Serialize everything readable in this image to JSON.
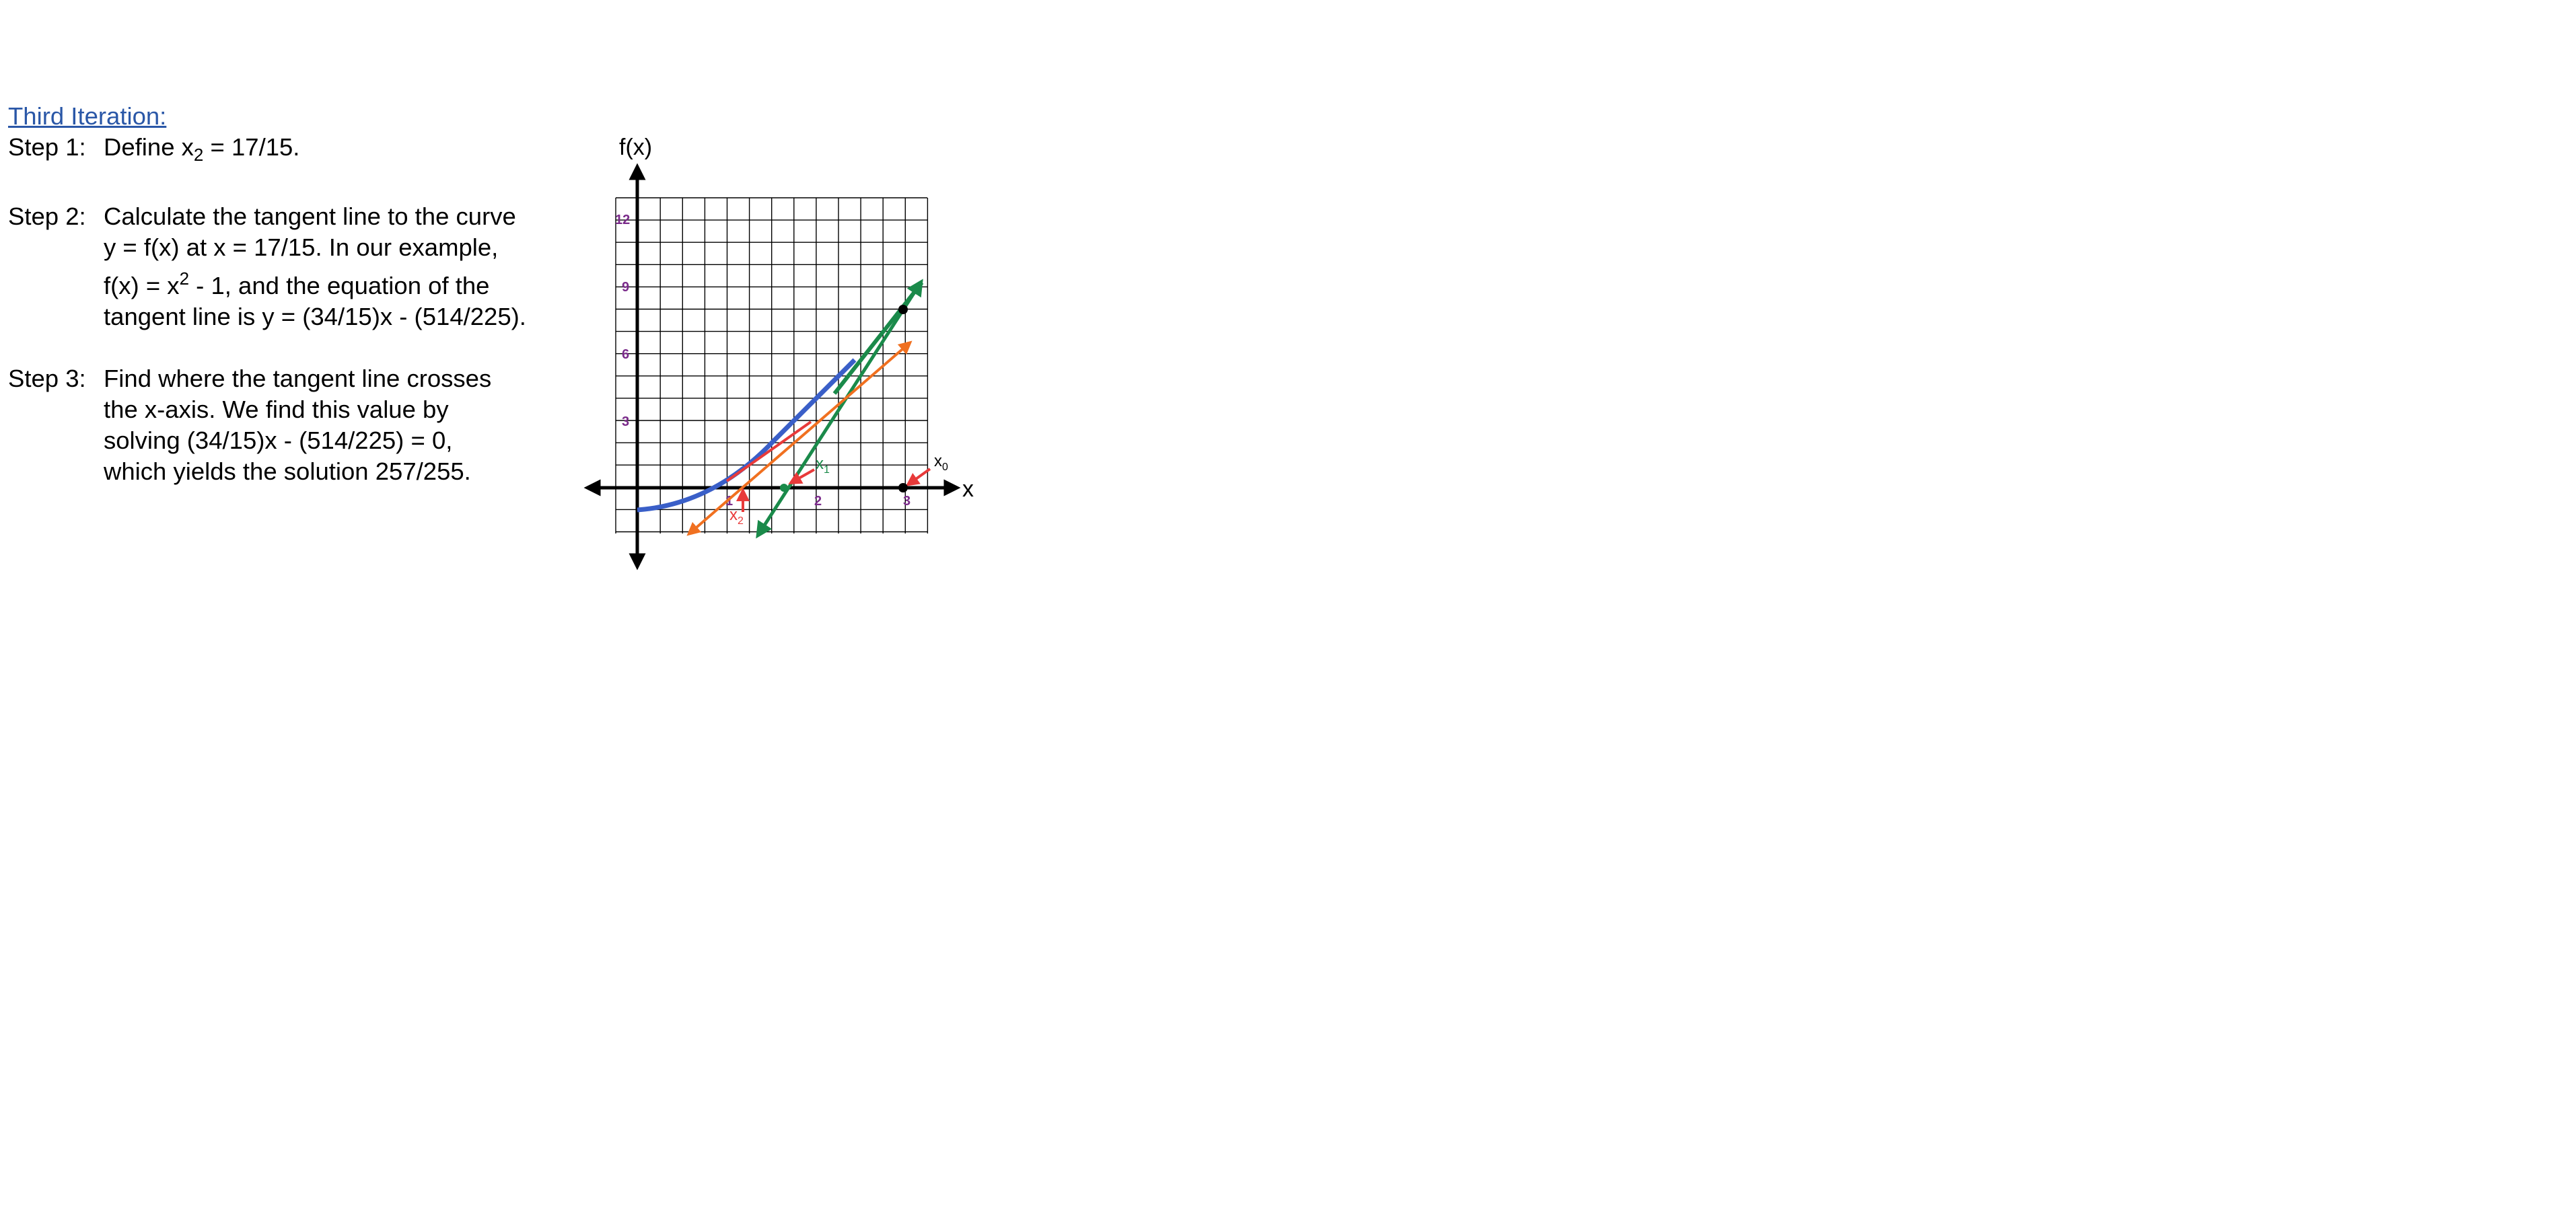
{
  "heading": "Third Iteration:",
  "steps": [
    {
      "label": "Step 1:",
      "line1_pre": "Define x",
      "line1_sub": "2",
      "line1_post": " =  17/15."
    },
    {
      "label": "Step 2:",
      "lines": [
        "Calculate the tangent line to the curve",
        "y = f(x) at x = 17/15.  In our example,"
      ],
      "line3_pre": "f(x) = x",
      "line3_sup": "2",
      "line3_post": " - 1, and the equation of the",
      "line4": "tangent line is y = (34/15)x - (514/225)."
    },
    {
      "label": "Step 3:",
      "lines": [
        "Find where the tangent line crosses",
        "the x-axis.  We find this value by",
        "solving (34/15)x - (514/225) = 0,",
        "which yields the solution 257/255."
      ]
    }
  ],
  "graph": {
    "y_axis_label": "f(x)",
    "x_axis_label": "x",
    "y_ticks": [
      "12",
      "9",
      "6",
      "3"
    ],
    "x_ticks": [
      "1",
      "2",
      "3"
    ],
    "point_labels": {
      "x0": "x",
      "x0_sub": "0",
      "x1": "x",
      "x1_sub": "1",
      "x2": "x",
      "x2_sub": "2"
    },
    "colors": {
      "curve": "#3a5fc8",
      "tangent_x0": "#1a8a4a",
      "tangent_x1": "#f07020",
      "tangent_x2": "#e83a3a",
      "tick_labels": "#7a2a8a",
      "axes": "#000000",
      "grid": "#000000"
    }
  }
}
